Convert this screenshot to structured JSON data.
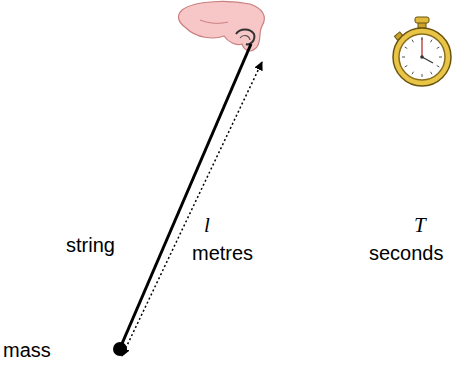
{
  "diagram": {
    "labels": [
      "string",
      "l",
      "metres",
      "T",
      "seconds",
      "mass"
    ]
  }
}
